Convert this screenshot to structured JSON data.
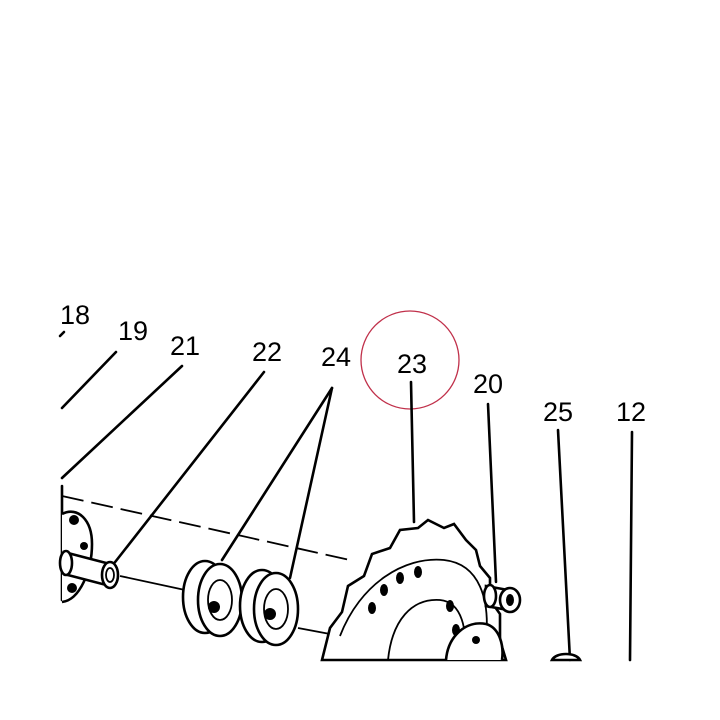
{
  "labels": {
    "p18": "18",
    "p19": "19",
    "p21": "21",
    "p22": "22",
    "p24": "24",
    "p23": "23",
    "p20": "20",
    "p25": "25",
    "p12": "12"
  },
  "highlight": {
    "target": "23",
    "color": "#c0304a"
  }
}
